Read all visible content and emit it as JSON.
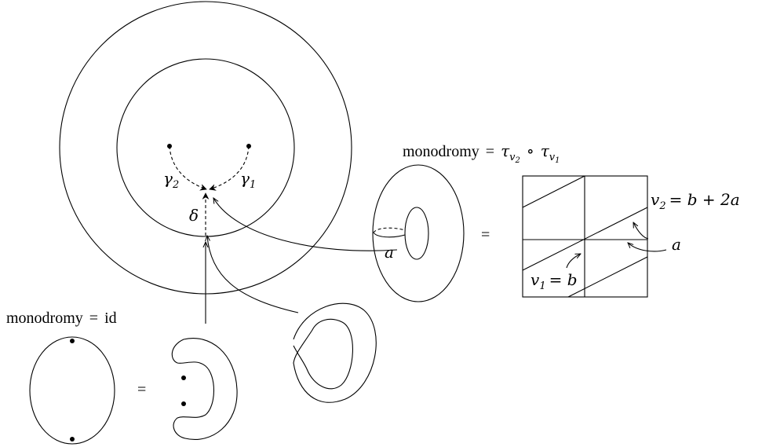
{
  "labels": {
    "monodromy_top": "monodromy",
    "eq1": "=",
    "tau": "τ",
    "v": "v",
    "two": "2",
    "one": "1",
    "circ": "∘",
    "monodromy_bottom": "monodromy",
    "eq2": "=",
    "id": "id",
    "gamma": "γ",
    "gamma2_sub": "2",
    "gamma1_sub": "1",
    "delta": "δ",
    "a_torus": "a",
    "eq_torus_square": "=",
    "v2_label": "v",
    "v2_sub": "2",
    "v2_rhs": "= b + 2a",
    "a_square": "a",
    "v1_label": "v",
    "v1_sub": "1",
    "v1_rhs": "= b",
    "eq_sphere": "="
  }
}
